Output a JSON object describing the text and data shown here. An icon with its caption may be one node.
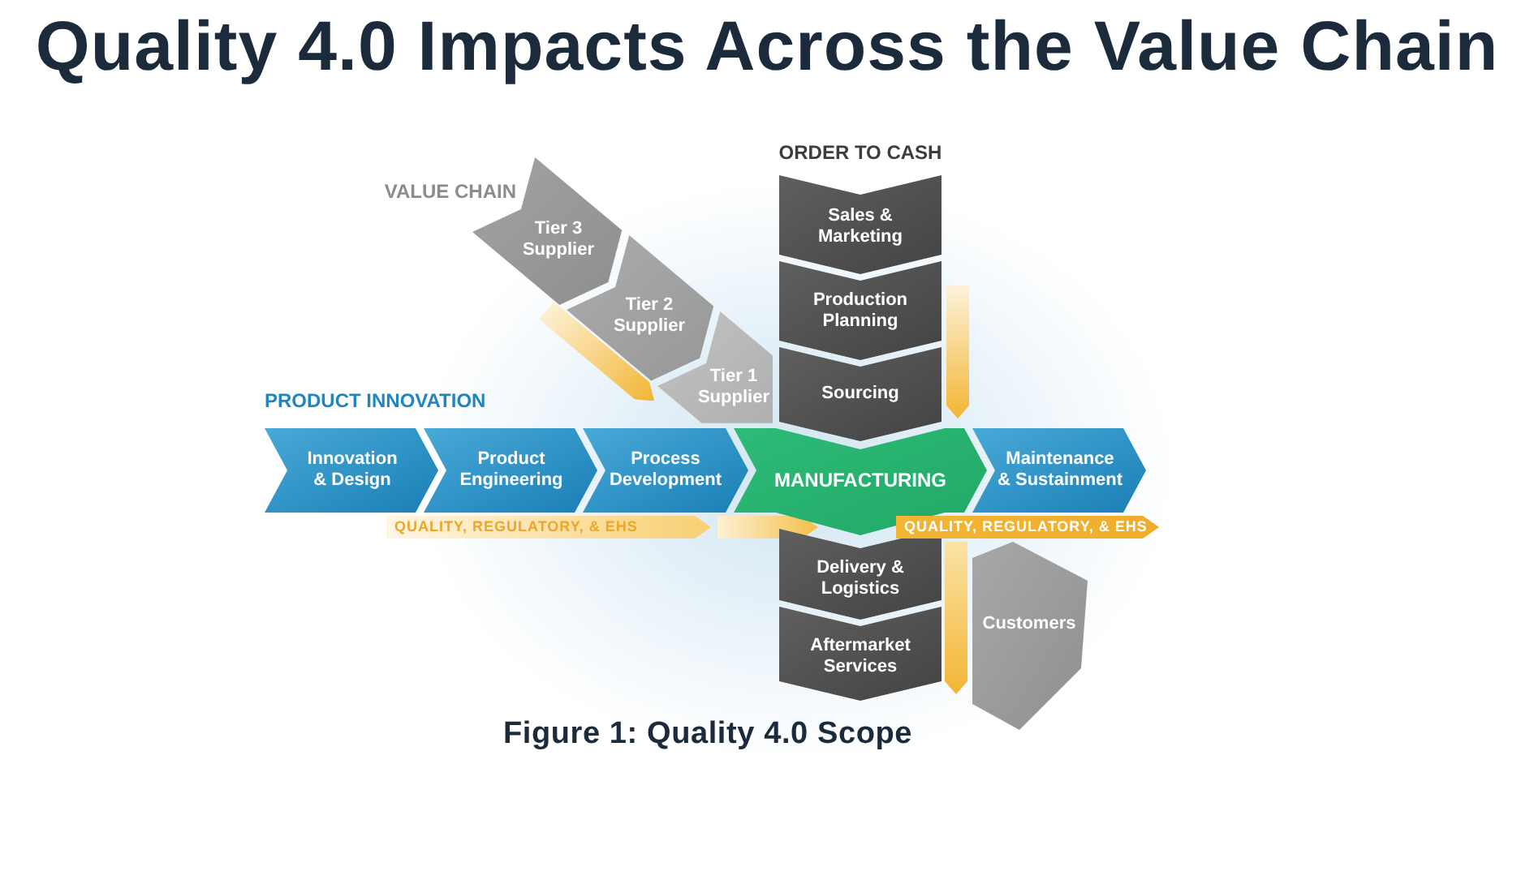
{
  "diagram": {
    "title": "Quality 4.0 Impacts Across the Value Chain",
    "caption": "Figure 1: Quality 4.0 Scope",
    "nodes": [
      {
        "text": [
          "Tier 3 Supplier"
        ]
      },
      {
        "text": [
          "Tier 2 Supplier"
        ]
      },
      {
        "text": [
          "Tier 1 Supplier"
        ]
      },
      {
        "text": [],
        "shape": "arrow"
      },
      {
        "text": [
          "Sales & Marketing"
        ]
      },
      {
        "text": [
          "Production Planning"
        ]
      },
      {
        "text": [
          "Sourcing"
        ]
      },
      {
        "text": [],
        "shape": "arrow"
      },
      {
        "text": [
          "Innovation & Design"
        ]
      },
      {
        "text": [
          "Product Engineering"
        ]
      },
      {
        "text": [
          "Process Development"
        ]
      },
      {
        "text": [
          "MANUFACTURING"
        ]
      },
      {
        "text": [
          "Maintenance & Sustainment"
        ]
      },
      {
        "text": [
          "QUALITY, REGULATORY, & EHS"
        ]
      },
      {
        "text": [],
        "shape": "arrow"
      },
      {
        "text": [
          "QUALITY, REGULATORY, & EHS"
        ]
      },
      {
        "text": [
          "Delivery & Logistics"
        ]
      },
      {
        "text": [
          "Customers"
        ]
      },
      {
        "text": [
          "Aftermarket Services"
        ]
      },
      {
        "text": [],
        "shape": "arrow"
      }
    ],
    "labels": [
      "ORDER TO CASH",
      "VALUE CHAIN",
      "PRODUCT INNOVATION"
    ]
  }
}
